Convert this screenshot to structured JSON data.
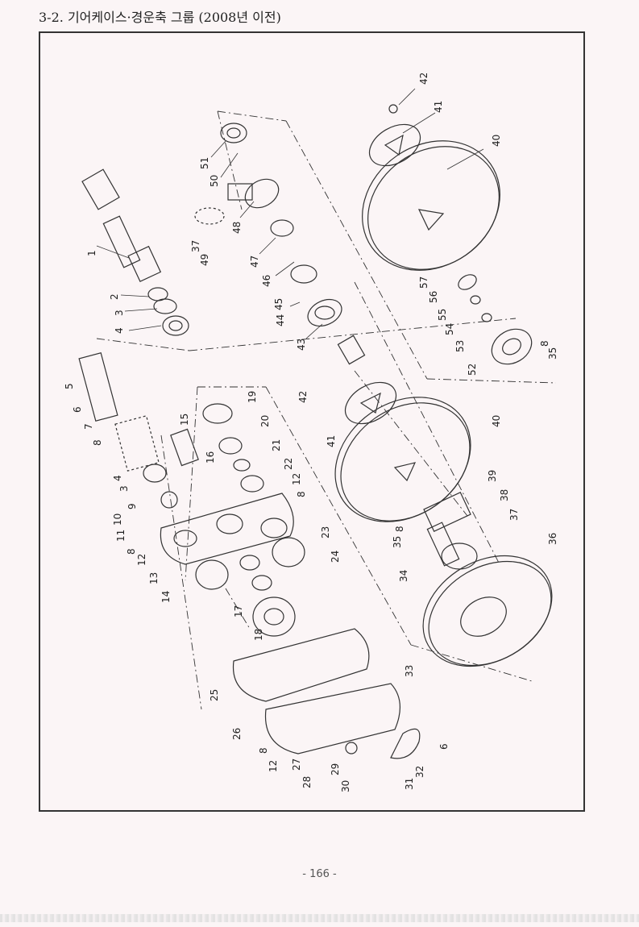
{
  "page": {
    "title": "3-2. 기어케이스·경운축 그룹 (2008년 이전)",
    "page_number": "- 166 -"
  },
  "diagram": {
    "part_labels": [
      {
        "id": "p42a",
        "text": "42"
      },
      {
        "id": "p41a",
        "text": "41"
      },
      {
        "id": "p40a",
        "text": "40"
      },
      {
        "id": "p51",
        "text": "51"
      },
      {
        "id": "p50",
        "text": "50"
      },
      {
        "id": "p48a",
        "text": "48"
      },
      {
        "id": "p37a",
        "text": "37"
      },
      {
        "id": "p49",
        "text": "49"
      },
      {
        "id": "p47",
        "text": "47"
      },
      {
        "id": "p46",
        "text": "46"
      },
      {
        "id": "p45",
        "text": "45"
      },
      {
        "id": "p44",
        "text": "44"
      },
      {
        "id": "p43",
        "text": "43"
      },
      {
        "id": "p57",
        "text": "57"
      },
      {
        "id": "p56",
        "text": "56"
      },
      {
        "id": "p55",
        "text": "55"
      },
      {
        "id": "p54",
        "text": "54"
      },
      {
        "id": "p53",
        "text": "53"
      },
      {
        "id": "p52",
        "text": "52"
      },
      {
        "id": "p8a",
        "text": "8"
      },
      {
        "id": "p35a",
        "text": "35"
      },
      {
        "id": "p1",
        "text": "1"
      },
      {
        "id": "p2",
        "text": "2"
      },
      {
        "id": "p3a",
        "text": "3"
      },
      {
        "id": "p4a",
        "text": "4"
      },
      {
        "id": "p5",
        "text": "5"
      },
      {
        "id": "p6a",
        "text": "6"
      },
      {
        "id": "p7",
        "text": "7"
      },
      {
        "id": "p8b",
        "text": "8"
      },
      {
        "id": "p4b",
        "text": "4"
      },
      {
        "id": "p3b",
        "text": "3"
      },
      {
        "id": "p9",
        "text": "9"
      },
      {
        "id": "p10",
        "text": "10"
      },
      {
        "id": "p11",
        "text": "11"
      },
      {
        "id": "p8c",
        "text": "8"
      },
      {
        "id": "p12a",
        "text": "12"
      },
      {
        "id": "p13",
        "text": "13"
      },
      {
        "id": "p14",
        "text": "14"
      },
      {
        "id": "p15",
        "text": "15"
      },
      {
        "id": "p16",
        "text": "16"
      },
      {
        "id": "p19",
        "text": "19"
      },
      {
        "id": "p20",
        "text": "20"
      },
      {
        "id": "p21",
        "text": "21"
      },
      {
        "id": "p22",
        "text": "22"
      },
      {
        "id": "p12b",
        "text": "12"
      },
      {
        "id": "p8d",
        "text": "8"
      },
      {
        "id": "p23",
        "text": "23"
      },
      {
        "id": "p24",
        "text": "24"
      },
      {
        "id": "p17",
        "text": "17"
      },
      {
        "id": "p18",
        "text": "18"
      },
      {
        "id": "p42b",
        "text": "42"
      },
      {
        "id": "p41b",
        "text": "41"
      },
      {
        "id": "p40b",
        "text": "40"
      },
      {
        "id": "p39",
        "text": "39"
      },
      {
        "id": "p38",
        "text": "38"
      },
      {
        "id": "p37b",
        "text": "37"
      },
      {
        "id": "p8e",
        "text": "8"
      },
      {
        "id": "p35b",
        "text": "35"
      },
      {
        "id": "p34",
        "text": "34"
      },
      {
        "id": "p36",
        "text": "36"
      },
      {
        "id": "p25",
        "text": "25"
      },
      {
        "id": "p33",
        "text": "33"
      },
      {
        "id": "p26",
        "text": "26"
      },
      {
        "id": "p8f",
        "text": "8"
      },
      {
        "id": "p12c",
        "text": "12"
      },
      {
        "id": "p27",
        "text": "27"
      },
      {
        "id": "p28",
        "text": "28"
      },
      {
        "id": "p29",
        "text": "29"
      },
      {
        "id": "p30",
        "text": "30"
      },
      {
        "id": "p31",
        "text": "31"
      },
      {
        "id": "p32",
        "text": "32"
      },
      {
        "id": "p6b",
        "text": "6"
      }
    ]
  }
}
